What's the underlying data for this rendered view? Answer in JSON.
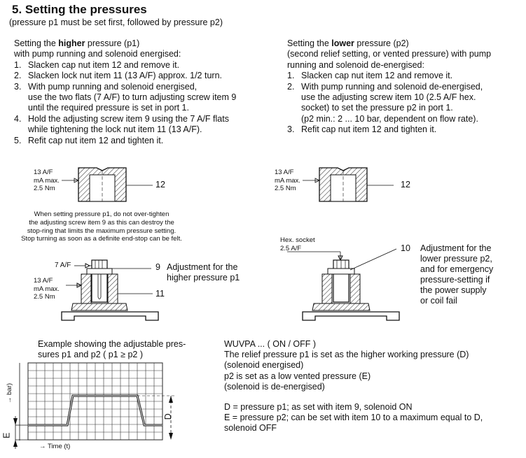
{
  "section": {
    "title": "5.   Setting the pressures",
    "subtitle": "(pressure p1 must be set first, followed by pressure p2)"
  },
  "left_column": {
    "heading_prefix": "Setting the ",
    "heading_bold": "higher",
    "heading_suffix": " pressure (p1)",
    "intro": "with pump running and solenoid energised:",
    "steps": [
      {
        "num": "1.",
        "lines": [
          "Slacken cap nut item 12 and remove it."
        ]
      },
      {
        "num": "2.",
        "lines": [
          "Slacken lock nut item 11 (13 A/F) approx. 1/2 turn."
        ]
      },
      {
        "num": "3.",
        "lines": [
          "With pump running and solenoid energised,",
          "use the two flats (7 A/F) to turn adjusting screw item 9",
          "until the required pressure is set in port 1."
        ]
      },
      {
        "num": "4.",
        "lines": [
          "Hold the adjusting screw item 9 using the 7 A/F flats",
          "while tightening the lock nut item 11 (13 A/F)."
        ]
      },
      {
        "num": "5.",
        "lines": [
          "Refit cap nut item 12 and tighten it."
        ]
      }
    ]
  },
  "right_column": {
    "heading_prefix": "Setting the ",
    "heading_bold": "lower",
    "heading_suffix": " pressure (p2)",
    "intro_lines": [
      "(second relief setting, or vented pressure) with pump",
      "running and solenoid de-energised:"
    ],
    "steps": [
      {
        "num": "1.",
        "lines": [
          "Slacken cap nut item 12 and remove it."
        ]
      },
      {
        "num": "2.",
        "lines": [
          "With pump running and solenoid de-energised,",
          "use the adjusting screw item 10 (2.5 A/F hex.",
          "socket) to set the pressure p2 in port 1.",
          "(p2 min.: 2 ... 10 bar, dependent on flow rate)."
        ]
      },
      {
        "num": "3.",
        "lines": [
          "Refit cap nut item 12 and tighten it."
        ]
      }
    ]
  },
  "cap_labels": {
    "torque_lines": [
      "13 A/F",
      "mA max.",
      "2.5 Nm"
    ],
    "item": "12"
  },
  "warning_lines": [
    "When setting pressure p1, do not over-tighten",
    "the adjusting screw item 9 as this can destroy the",
    "stop-ring that limits the maximum pressure setting.",
    "Stop turning as soon as a definite end-stop can be felt."
  ],
  "valve_left": {
    "af7": "7 A/F",
    "torque_lines": [
      "13 A/F",
      "mA max.",
      "2.5 Nm"
    ],
    "item9": "9",
    "item9_desc": [
      "Adjustment for the",
      "higher pressure p1"
    ],
    "item11": "11"
  },
  "valve_right": {
    "hex_lines": [
      "Hex. socket",
      "2.5 A/F"
    ],
    "item10": "10",
    "item10_desc": [
      "Adjustment for the",
      "lower pressure p2,",
      "and for emergency",
      "pressure-setting if",
      "the power supply",
      "or coil fail"
    ]
  },
  "graph": {
    "caption_lines": [
      "Example showing the adjustable pres-",
      "sures p1 and p2  ( p1 ≥ p2 )"
    ],
    "y_label": "→ bar)",
    "x_label": "→ Time (t)",
    "d_label": "D",
    "e_label": "E"
  },
  "wuvpa": {
    "heading": "WUVPA ...    ( ON / OFF )",
    "lines": [
      "The relief pressure p1 is set as the higher working pressure (D)",
      "(solenoid energised)",
      "p2 is set as a low vented pressure (E)",
      "(solenoid is de-energised)"
    ],
    "def_lines": [
      "D = pressure p1; as set with item 9, solenoid ON",
      "E = pressure p2; can be set with item 10 to a maximum equal to D,",
      "solenoid OFF"
    ]
  },
  "colors": {
    "ink": "#111111",
    "hatch": "#444444",
    "grid": "#333333"
  }
}
